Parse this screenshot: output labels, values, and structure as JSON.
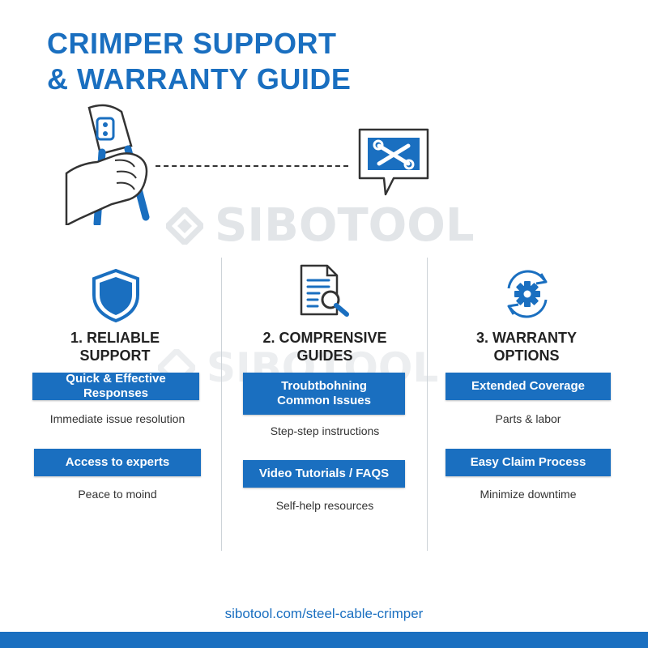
{
  "title": {
    "line1": "CRIMPER SUPPORT",
    "line2": "& WARRANTY GUIDE"
  },
  "watermark": "SIBOTOOL",
  "hero": {
    "left_icon": "hand-holding-crimper-icon",
    "right_icon": "support-chat-tools-icon"
  },
  "columns": [
    {
      "icon": "shield-icon",
      "title_line1": "1. RELIABLE",
      "title_line2": "SUPPORT",
      "items": [
        {
          "bar": "Quick & Effective Responses",
          "sub": "Immediate issue resolution"
        },
        {
          "bar": "Access to experts",
          "sub": "Peace to moind"
        }
      ]
    },
    {
      "icon": "document-search-icon",
      "title_line1": "2. COMPRENSIVE",
      "title_line2": "GUIDES",
      "items": [
        {
          "bar_line1": "Troubtbohning",
          "bar_line2": "Common Issues",
          "sub": "Step-step instructions"
        },
        {
          "bar": "Video Tutorials / FAQS",
          "sub": "Self-help resources"
        }
      ]
    },
    {
      "icon": "gear-refresh-icon",
      "title_line1": "3. WARRANTY",
      "title_line2": "OPTIONS",
      "items": [
        {
          "bar": "Extended Coverage",
          "sub": "Parts & labor"
        },
        {
          "bar": "Easy Claim Process",
          "sub": "Minimize downtime"
        }
      ]
    }
  ],
  "footer": {
    "url": "sibotool.com/steel-cable-crimper"
  },
  "colors": {
    "brand_blue": "#1a6fc0",
    "text": "#222222",
    "watermark": "#e2e5e8"
  }
}
